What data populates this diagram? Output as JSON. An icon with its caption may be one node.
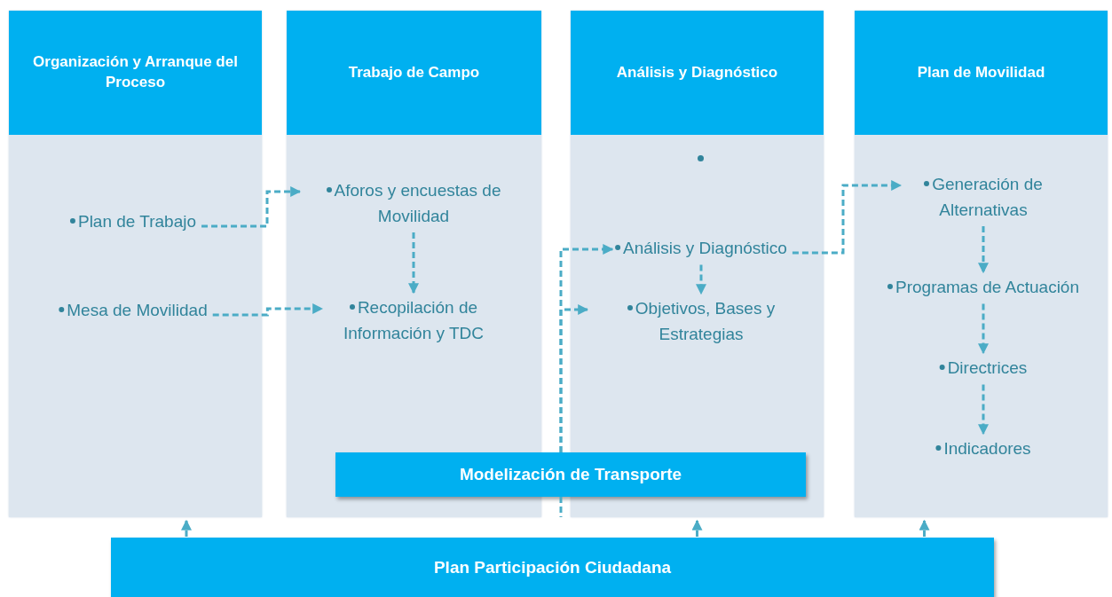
{
  "diagram": {
    "nodes": [
      {
        "text": [
          "Organización y Arranque del Proceso"
        ]
      },
      {
        "text": [
          "Plan de Trabajo"
        ],
        "in": 0
      },
      {
        "text": [
          "Mesa de Movilidad"
        ],
        "in": 0
      },
      {
        "text": [
          "Trabajo de Campo"
        ]
      },
      {
        "text": [
          "Aforos y encuestas de Movilidad"
        ],
        "in": 3
      },
      {
        "text": [
          "Recopilación de Información y TDC"
        ],
        "in": 3
      },
      {
        "text": [
          "Análisis y Diagnóstico"
        ]
      },
      {
        "text": [
          "Análisis y Diagnóstico"
        ],
        "in": 6
      },
      {
        "text": [
          "Objetivos, Bases y Estrategias"
        ],
        "in": 6
      },
      {
        "text": [
          "Plan de Movilidad"
        ]
      },
      {
        "text": [
          "Generación de Alternativas"
        ],
        "in": 9
      },
      {
        "text": [
          "Programas de Actuación"
        ],
        "in": 9
      },
      {
        "text": [
          "Directrices"
        ],
        "in": 9
      },
      {
        "text": [
          "Indicadores"
        ],
        "in": 9
      },
      {
        "text": [
          "Modelización de Transporte"
        ]
      },
      {
        "text": [
          "Plan Participación Ciudadana"
        ]
      }
    ],
    "edges": [
      {
        "from": 1,
        "to": 4,
        "arrow": "to",
        "style": "dashed"
      },
      {
        "from": 4,
        "to": 5,
        "arrow": "to",
        "style": "dashed"
      },
      {
        "from": 2,
        "to": 5,
        "arrow": "to",
        "style": "dashed"
      },
      {
        "from": 14,
        "to": 7,
        "arrow": "to",
        "style": "dashed"
      },
      {
        "from": 14,
        "to": 8,
        "arrow": "to",
        "style": "dashed"
      },
      {
        "from": 7,
        "to": 8,
        "arrow": "to",
        "style": "dashed"
      },
      {
        "from": 7,
        "to": 10,
        "arrow": "to",
        "style": "dashed"
      },
      {
        "from": 10,
        "to": 11,
        "arrow": "to",
        "style": "dashed"
      },
      {
        "from": 11,
        "to": 12,
        "arrow": "to",
        "style": "dashed"
      },
      {
        "from": 12,
        "to": 13,
        "arrow": "to",
        "style": "dashed"
      },
      {
        "from": 15,
        "to": 0,
        "arrow": "to",
        "style": "dashed"
      },
      {
        "from": 15,
        "to": 6,
        "arrow": "to",
        "style": "dashed"
      },
      {
        "from": 15,
        "to": 9,
        "arrow": "to",
        "style": "dashed"
      }
    ]
  }
}
